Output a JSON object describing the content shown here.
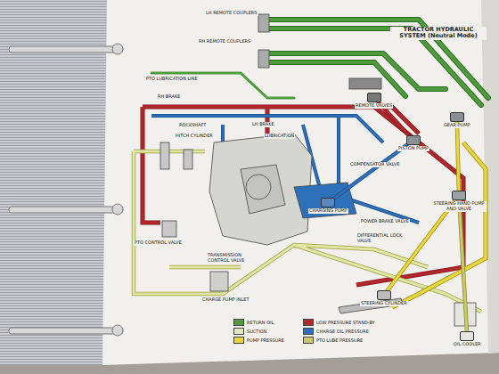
{
  "diagram": {
    "title": "TRACTOR HYDRAULIC SYSTEM (Neutral Mode)",
    "nodes": [
      {
        "text": [
          "REMOTE VALVES"
        ]
      },
      {
        "text": [
          "GEAR PUMP"
        ]
      },
      {
        "text": [
          "PISTON PUMP"
        ]
      },
      {
        "text": [
          "STEERING HAND PUMP AND VALVE"
        ]
      },
      {
        "text": [
          "STEERING CYLINDER"
        ]
      },
      {
        "text": [
          "OIL COOLER"
        ]
      },
      {
        "text": [
          "CHARGING PUMP"
        ]
      }
    ],
    "edges": [
      {
        "from": 1,
        "to": 3,
        "arrow": "none"
      },
      {
        "from": 3,
        "to": 4,
        "arrow": "none"
      },
      {
        "from": 2,
        "to": 0,
        "arrow": "none"
      },
      {
        "from": 6,
        "to": 2,
        "arrow": "none"
      },
      {
        "from": 3,
        "to": 5,
        "arrow": "none"
      }
    ],
    "labels": [
      "LH REMOTE COUPLERS",
      "RH REMOTE COUPLERS",
      "PTO LUBRICATION LINE",
      "RH BRAKE",
      "HITCH CYLINDER",
      "ROCKSHAFT",
      "LH BRAKE",
      "LUBRICATION",
      "COMPENSATOR VALVE",
      "POWER BRAKE VALVE",
      "DIFFERENTIAL LOCK VALVE",
      "TRANSMISSION CONTROL VALVE",
      "PTO CONTROL VALVE",
      "CHARGE PUMP INLET"
    ],
    "legend": [
      {
        "text": "RETURN OIL",
        "color": "#4e9a3c"
      },
      {
        "text": "SUCTION",
        "color": "#dfe8c0"
      },
      {
        "text": "PUMP PRESSURE",
        "color": "#e8d63a"
      },
      {
        "text": "LOW PRESSURE STAND-BY",
        "color": "#b3262b"
      },
      {
        "text": "CHARGE OIL PRESSURE",
        "color": "#2d6fb8"
      },
      {
        "text": "PTO LUBE PRESSURE",
        "color": "#c9c96a"
      }
    ]
  }
}
